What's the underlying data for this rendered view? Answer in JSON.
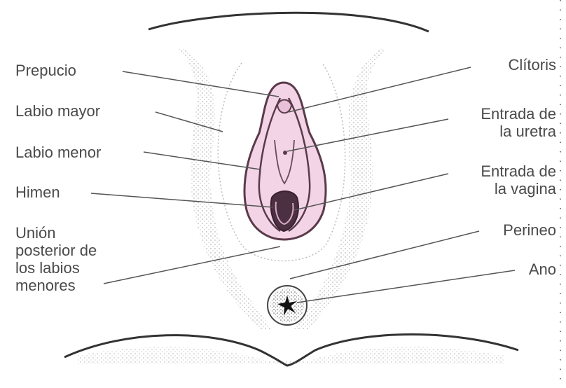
{
  "labels": {
    "prepucio": "Prepucio",
    "labio_mayor": "Labio mayor",
    "labio_menor": "Labio menor",
    "himen": "Himen",
    "union": [
      "Unión",
      "posterior de",
      "los labios",
      "menores"
    ],
    "clitoris": "Clítoris",
    "uretra": [
      "Entrada de",
      "la uretra"
    ],
    "vagina": [
      "Entrada de",
      "la vagina"
    ],
    "perineo": "Perineo",
    "ano": "Ano"
  },
  "colors": {
    "tissue": "#f2d4e6",
    "tissue_line": "#5a3a4a",
    "ink": "#4a4a4a"
  }
}
